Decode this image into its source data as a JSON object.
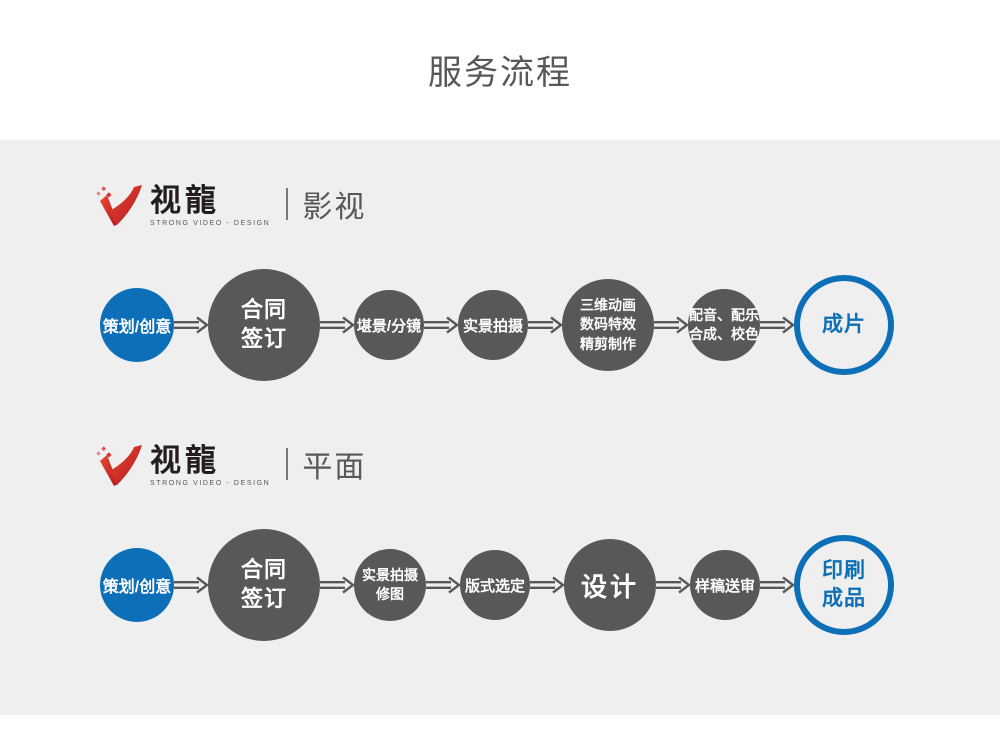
{
  "title": "服务流程",
  "brand": {
    "logo_text": "视龍",
    "tagline": "STRONG VIDEO - DESIGN"
  },
  "colors": {
    "accent_blue": "#0d6fb8",
    "step_gray": "#595757",
    "band_background": "#efefef",
    "logo_red": "#d2232a",
    "title_gray": "#57585a"
  },
  "sections": [
    {
      "label": "影视",
      "steps": [
        {
          "kind": "start",
          "lines": [
            "策划/创意"
          ]
        },
        {
          "kind": "major",
          "lines": [
            "合同",
            "签订"
          ]
        },
        {
          "kind": "normal",
          "lines": [
            "堪景/分镜"
          ]
        },
        {
          "kind": "normal",
          "lines": [
            "实景拍摄"
          ]
        },
        {
          "kind": "medium",
          "lines": [
            "三维动画",
            "数码特效",
            "精剪制作"
          ]
        },
        {
          "kind": "normal2",
          "lines": [
            "配音、配乐",
            "合成、校色"
          ]
        },
        {
          "kind": "final",
          "lines": [
            "成片"
          ]
        }
      ]
    },
    {
      "label": "平面",
      "steps": [
        {
          "kind": "start",
          "lines": [
            "策划/创意"
          ]
        },
        {
          "kind": "major",
          "lines": [
            "合同",
            "签订"
          ]
        },
        {
          "kind": "normal2",
          "lines": [
            "实景拍摄",
            "修图"
          ]
        },
        {
          "kind": "normal",
          "lines": [
            "版式选定"
          ]
        },
        {
          "kind": "design",
          "lines": [
            "设计"
          ]
        },
        {
          "kind": "normal",
          "lines": [
            "样稿送审"
          ]
        },
        {
          "kind": "final",
          "lines": [
            "印刷",
            "成品"
          ]
        }
      ]
    }
  ]
}
